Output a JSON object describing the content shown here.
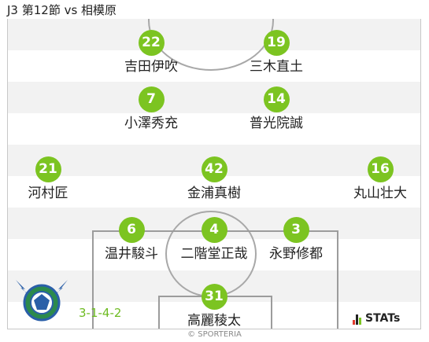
{
  "title": "J3 第12節 vs 相模原",
  "formation": "3-1-4-2",
  "stats_brand": "STATs",
  "copyright": "© SPORTERIA",
  "colors": {
    "badge": "#7cc421",
    "formation_text": "#6dbb21",
    "crest_blue": "#2a5fa8",
    "crest_green": "#2c8a4c"
  },
  "lineup": [
    {
      "number": "22",
      "name": "吉田伊吹"
    },
    {
      "number": "19",
      "name": "三木直土"
    },
    {
      "number": "7",
      "name": "小澤秀充"
    },
    {
      "number": "14",
      "name": "普光院誠"
    },
    {
      "number": "21",
      "name": "河村匠"
    },
    {
      "number": "42",
      "name": "金浦真樹"
    },
    {
      "number": "16",
      "name": "丸山壮大"
    },
    {
      "number": "6",
      "name": "温井駿斗"
    },
    {
      "number": "4",
      "name": "二階堂正哉"
    },
    {
      "number": "3",
      "name": "永野修都"
    },
    {
      "number": "31",
      "name": "高麗稜太"
    }
  ]
}
